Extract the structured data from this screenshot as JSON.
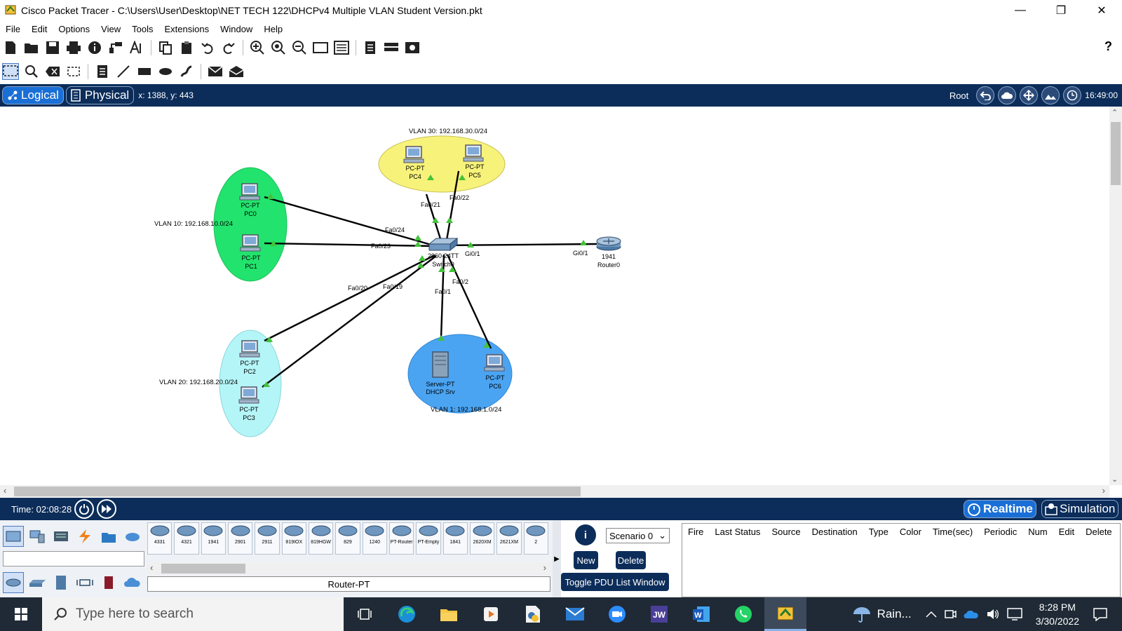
{
  "window": {
    "title": "Cisco Packet Tracer - C:\\Users\\User\\Desktop\\NET TECH 122\\DHCPv4 Multiple VLAN Student Version.pkt",
    "minimize": "—",
    "maximize": "❐",
    "close": "✕"
  },
  "menu": [
    "File",
    "Edit",
    "Options",
    "View",
    "Tools",
    "Extensions",
    "Window",
    "Help"
  ],
  "toolbar": {
    "help": "?"
  },
  "modebar": {
    "logical_label": "Logical",
    "physical_label": "Physical",
    "coords": "x: 1388, y: 443",
    "root_label": "Root",
    "clock": "16:49:00"
  },
  "topology": {
    "vlans": [
      {
        "label": "VLAN 30: 192.168.30.0/24",
        "color": "#f7f27a"
      },
      {
        "label": "VLAN 10: 192.168.10.0/24",
        "color": "#22e36d"
      },
      {
        "label": "VLAN 20: 192.168.20.0/24",
        "color": "#b4f5f8"
      },
      {
        "label": "VLAN 1: 192.168.1.0/24",
        "color": "#4aa4f2"
      }
    ],
    "devices": {
      "pc4": {
        "type": "PC-PT",
        "name": "PC4"
      },
      "pc5": {
        "type": "PC-PT",
        "name": "PC5"
      },
      "pc0": {
        "type": "PC-PT",
        "name": "PC0"
      },
      "pc1": {
        "type": "PC-PT",
        "name": "PC1"
      },
      "pc2": {
        "type": "PC-PT",
        "name": "PC2"
      },
      "pc3": {
        "type": "PC-PT",
        "name": "PC3"
      },
      "pc6": {
        "type": "PC-PT",
        "name": "PC6"
      },
      "server": {
        "type": "Server-PT",
        "name": "DHCP Srv"
      },
      "switch": {
        "type": "2960-24TT",
        "name": "Switch0"
      },
      "router": {
        "type": "1941",
        "name": "Router0"
      }
    },
    "ports": {
      "fa0_21": "Fa0/21",
      "fa0_22": "Fa0/22",
      "fa0_24": "Fa0/24",
      "fa0_23": "Fa0/23",
      "gi0_1_sw": "Gi0/1",
      "gi0_1_rt": "Gi0/1",
      "fa0_20": "Fa0/20",
      "fa0_19": "Fa0/19",
      "fa0_2": "Fa0/2",
      "fa0_1": "Fa0/1"
    },
    "link_color": "#000000",
    "link_up_color": "#44c23a"
  },
  "bottombar": {
    "time": "Time: 02:08:28",
    "realtime": "Realtime",
    "simulation": "Simulation"
  },
  "devices_panel": {
    "models": [
      "4331",
      "4321",
      "1941",
      "2901",
      "2911",
      "819IOX",
      "819HGW",
      "829",
      "1240",
      "PT-Router",
      "PT-Empty",
      "1841",
      "2620XM",
      "2621XM",
      "2"
    ],
    "selected_model": "Router-PT"
  },
  "scenario": {
    "info": "i",
    "select": "Scenario 0",
    "new": "New",
    "delete": "Delete",
    "toggle": "Toggle PDU List Window"
  },
  "pdu_columns": [
    "Fire",
    "Last Status",
    "Source",
    "Destination",
    "Type",
    "Color",
    "Time(sec)",
    "Periodic",
    "Num",
    "Edit",
    "Delete"
  ],
  "taskbar": {
    "search_placeholder": "Type here to search",
    "weather": "Rain...",
    "time": "8:28 PM",
    "date": "3/30/2022"
  }
}
